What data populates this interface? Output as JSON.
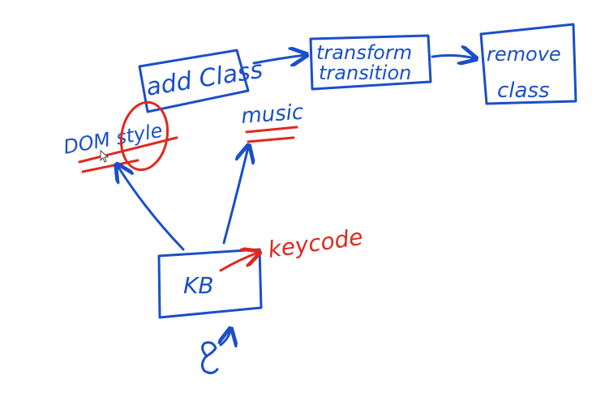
{
  "colors": {
    "ink_blue": "#1a4fc9",
    "ink_red": "#e0281f",
    "background": "#ffffff"
  },
  "nodes": {
    "add_class": "add Class",
    "transform": "transform",
    "transition": "transition",
    "remove": "remove",
    "class": "class",
    "dom_style": "DOM style",
    "music": "music",
    "kb": "KB",
    "keycode": "keycode"
  },
  "icons": {
    "cursor": "mouse-pointer-icon",
    "person_doodle": "person-doodle-icon"
  }
}
